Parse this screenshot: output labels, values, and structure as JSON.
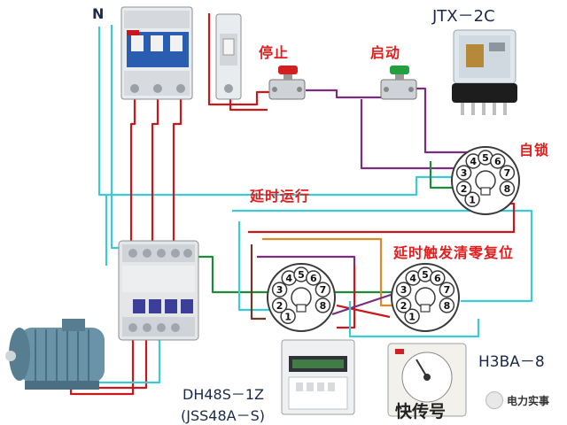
{
  "labels": {
    "neutral": "N",
    "stop": "停止",
    "start": "启动",
    "relay_model": "JTX－2C",
    "self_lock": "自锁",
    "delay_run": "延时运行",
    "delay_trigger_reset": "延时触发清零复位",
    "timer1_model": "DH48S－1Z",
    "timer1_alt": "(JSS48A－S)",
    "timer2_model": "H3BA－8"
  },
  "sockets": {
    "relay_pins": [
      "1",
      "2",
      "3",
      "4",
      "5",
      "6",
      "7",
      "8"
    ],
    "timer_left_pins": [
      "1",
      "2",
      "3",
      "4",
      "5",
      "6",
      "7",
      "8"
    ],
    "timer_right_pins": [
      "1",
      "2",
      "3",
      "4",
      "5",
      "6",
      "7",
      "8"
    ]
  },
  "watermark": {
    "source": "快传号",
    "account": "电力实事"
  },
  "colors": {
    "wire_cyan": "#3ec9d6",
    "wire_red": "#c8181e",
    "wire_purple": "#7a2d7f",
    "wire_green": "#1f8a3b",
    "wire_orange": "#d98a2b",
    "wire_brown": "#6b3a2a",
    "label_red": "#e01e1e"
  }
}
